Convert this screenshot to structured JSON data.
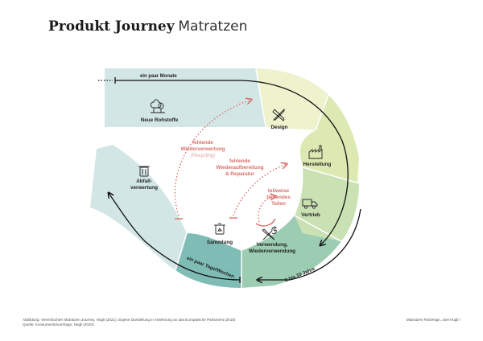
{
  "title": {
    "bold": "Produkt Journey",
    "light": "Matratzen"
  },
  "nodes": {
    "neue_rohstoffe": "Neue Rohstoffe",
    "design": "Design",
    "herstellung": "Herstellung",
    "vertrieb": "Vertrieb",
    "verwendung_line1": "Verwendung,",
    "verwendung_line2": "Wiederverwendung",
    "sammlung": "Sammlung",
    "abfall_line1": "Abfall-",
    "abfall_line2": "verwertung"
  },
  "time_labels": {
    "monate": "ein paar Monate",
    "jahre": "8 bis 10 Jahre",
    "tage": "ein paar Tage/Wochen"
  },
  "losses": {
    "recycling_line1": "fehlende",
    "recycling_line2": "Wiederverwertung",
    "recycling_sub": "(Recycling)",
    "aufbereitung_line1": "fehlende",
    "aufbereitung_line2": "Wiederaufbereitung",
    "aufbereitung_line3": "& Reparatur",
    "teile_line1": "teilweise",
    "teile_line2": "fehlendes",
    "teile_line3": "Teilen"
  },
  "footer": {
    "line1": "Abbildung: Vereinfachter Matratzen Journey, Hügli (2021). Eigene Darstellung in Anlehnung an das Europäische Parlament (2015)",
    "line2": "Quelle: Konsumentenumfrage, Hügli (2020)",
    "right": "Matratzen ReDesign, Joel Hügli   /"
  },
  "colors": {
    "light_teal": "#d3e6e6",
    "mid_teal": "#b3d5d3",
    "teal": "#7fbcb6",
    "green_teal": "#9ccdb3",
    "light_green": "#c9e1b3",
    "yellow_green": "#dde9b2",
    "pale_yellow": "#eef2cd",
    "loss_red": "#d9706b"
  }
}
